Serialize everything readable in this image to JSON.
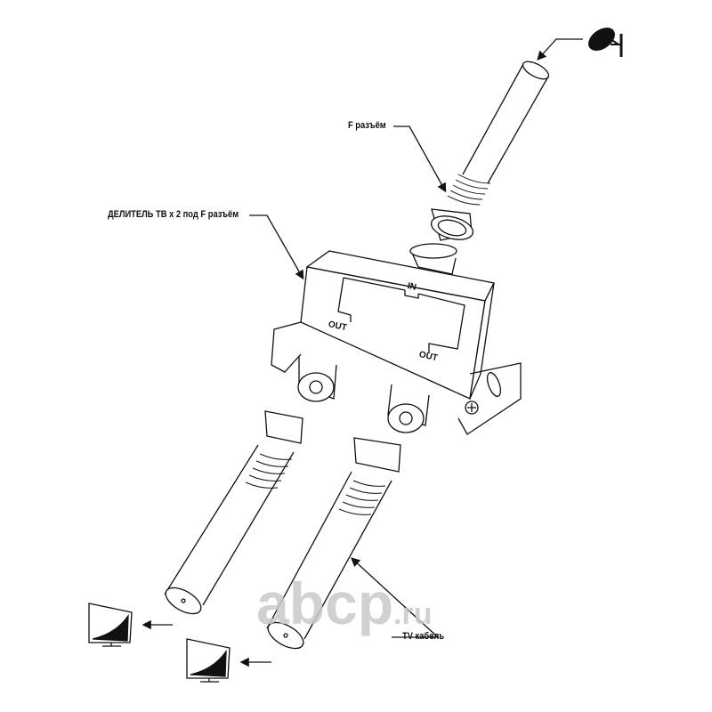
{
  "labels": {
    "f_connector": "F разъём",
    "splitter": "ДЕЛИТЕЛЬ ТВ х 2 под F разъём",
    "tv_cable": "TV кабель",
    "port_in": "IN",
    "port_out_left": "OUT",
    "port_out_right": "OUT"
  },
  "watermark": {
    "main": "abcp",
    "suffix": ".ru"
  },
  "icons": [
    "satellite-dish-icon",
    "tv-icon",
    "tv-icon"
  ]
}
